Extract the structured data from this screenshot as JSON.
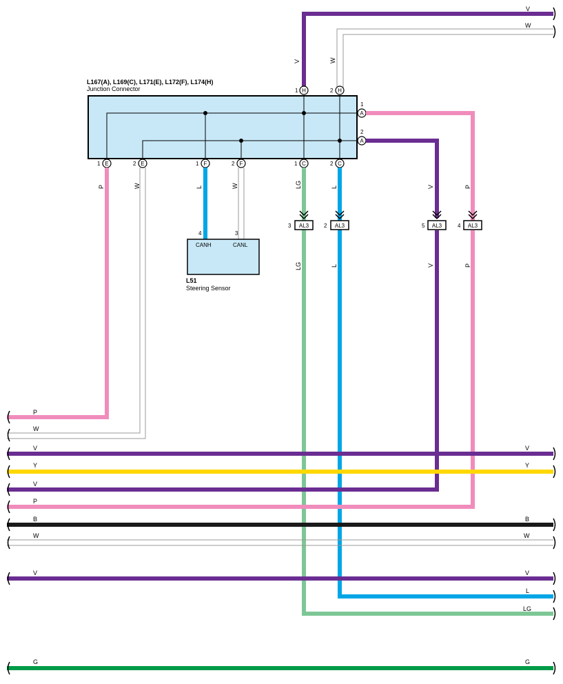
{
  "colors": {
    "V": "#6a2d91",
    "W_outline": "#999999",
    "P": "#f08cbc",
    "L": "#00a6e6",
    "LG": "#7dc796",
    "Y": "#ffd800",
    "B": "#1a1a1a",
    "G": "#009b48",
    "box_fill": "#c8e8f7"
  },
  "junction": {
    "title": "L167(A), L169(C), L171(E), L172(F), L174(H)",
    "subtitle": "Junction Connector",
    "pins": {
      "top1": {
        "num": "1",
        "letter": "H"
      },
      "top2": {
        "num": "2",
        "letter": "H"
      },
      "right1": {
        "num": "1",
        "letter": "A"
      },
      "right2": {
        "num": "2",
        "letter": "A"
      },
      "bot1": {
        "num": "1",
        "letter": "E"
      },
      "bot2": {
        "num": "2",
        "letter": "E"
      },
      "bot3": {
        "num": "1",
        "letter": "F"
      },
      "bot4": {
        "num": "2",
        "letter": "F"
      },
      "bot5": {
        "num": "1",
        "letter": "C"
      },
      "bot6": {
        "num": "2",
        "letter": "C"
      }
    }
  },
  "sensor": {
    "id": "L51",
    "name": "Steering Sensor",
    "pin_canh": "CANH",
    "pin_canl": "CANL",
    "pin_canh_num": "4",
    "pin_canl_num": "3"
  },
  "al3": {
    "label": "AL3",
    "pins": [
      "3",
      "2",
      "5",
      "4"
    ]
  },
  "wire_labels": {
    "V": "V",
    "W": "W",
    "P": "P",
    "L": "L",
    "LG": "LG",
    "Y": "Y",
    "B": "B",
    "G": "G"
  }
}
